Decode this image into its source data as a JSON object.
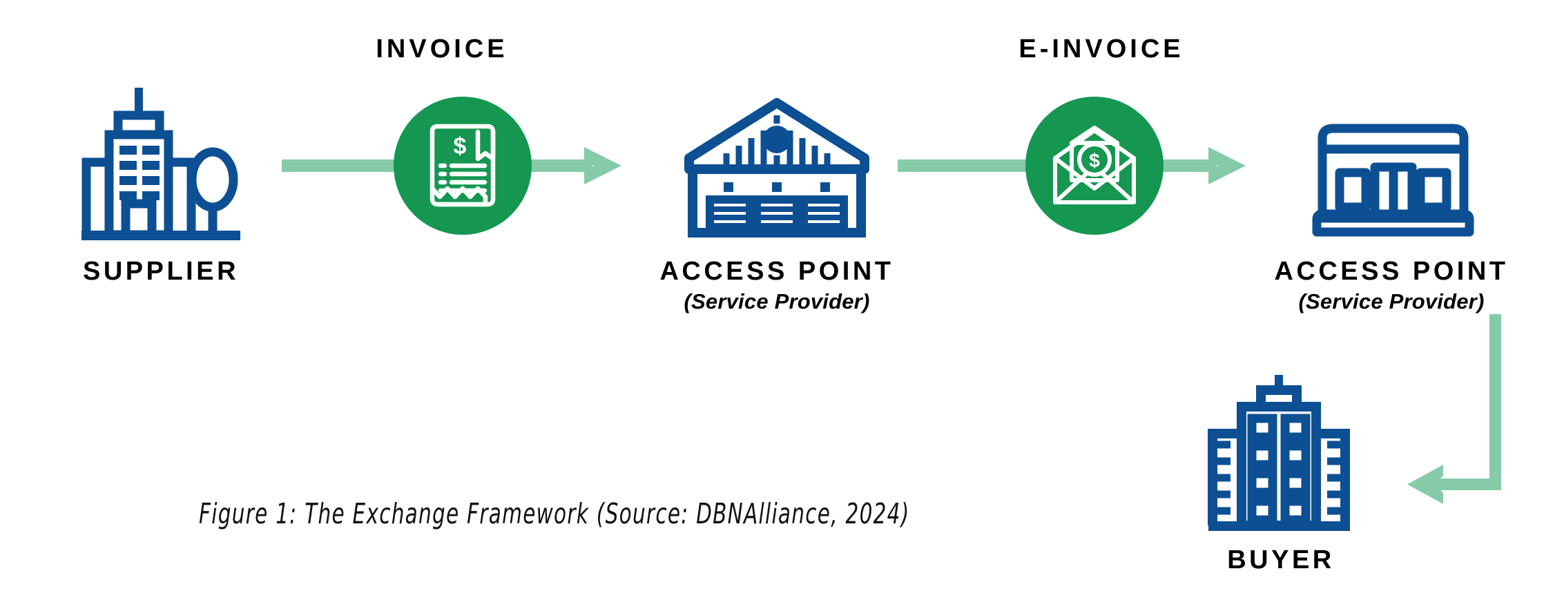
{
  "figure": {
    "caption": "Figure 1: The Exchange Framework (Source: DBNAlliance, 2024)",
    "background": "#ffffff"
  },
  "colors": {
    "brand_blue": "#0d4f93",
    "badge_green": "#159751",
    "arrow_green": "#86CBA8",
    "text_black": "#000000"
  },
  "nodes": [
    {
      "id": "supplier",
      "icon": "office-building-with-tree-icon",
      "label_main": "SUPPLIER",
      "label_sub": ""
    },
    {
      "id": "access-point-1",
      "icon": "warehouse-icon",
      "label_main": "ACCESS POINT",
      "label_sub": "(Service Provider)"
    },
    {
      "id": "access-point-2",
      "icon": "storefront-icon",
      "label_main": "ACCESS POINT",
      "label_sub": "(Service Provider)"
    },
    {
      "id": "buyer",
      "icon": "office-building-icon",
      "label_main": "BUYER",
      "label_sub": ""
    }
  ],
  "badges": [
    {
      "id": "invoice",
      "title": "INVOICE",
      "icon": "invoice-receipt-dollar-icon",
      "fill": "#159751"
    },
    {
      "id": "e-invoice",
      "title": "E-INVOICE",
      "icon": "envelope-dollar-icon",
      "fill": "#159751"
    }
  ],
  "arrows": [
    {
      "id": "supplier-to-access-point-1",
      "direction": "right",
      "color": "#86CBA8"
    },
    {
      "id": "access-point-1-to-access-point-2",
      "direction": "right",
      "color": "#86CBA8"
    },
    {
      "id": "access-point-2-to-buyer",
      "direction": "down-then-left",
      "color": "#86CBA8"
    }
  ]
}
